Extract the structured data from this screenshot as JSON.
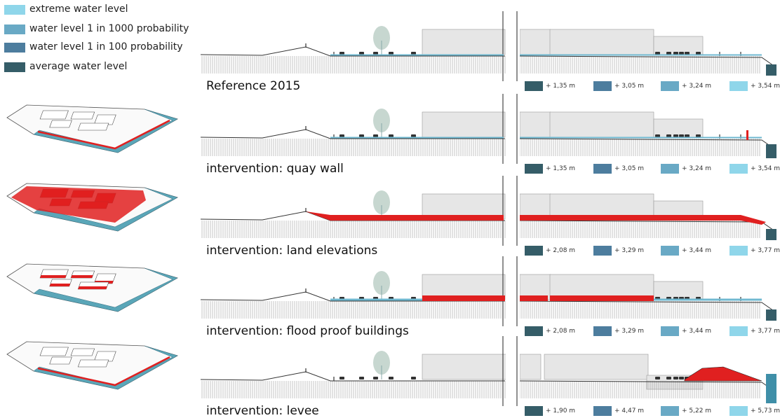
{
  "colors": {
    "extreme": "#8fd6ea",
    "p1000": "#69a9c5",
    "p100": "#4d7d9e",
    "average": "#355d68",
    "intervention": "#e02020",
    "water_section": "#6fb8d0",
    "iso_water": "#5aa6b8",
    "building": "#e6e6e6"
  },
  "legend": [
    {
      "label": "extreme water level",
      "color": "#8fd6ea"
    },
    {
      "label": "water level 1 in 1000 probability",
      "color": "#69a9c5"
    },
    {
      "label": "water level 1 in 100 probability",
      "color": "#4d7d9e"
    },
    {
      "label": "average water level",
      "color": "#355d68"
    }
  ],
  "rows": [
    {
      "title": "Reference 2015",
      "mode": "reference",
      "levels": [
        {
          "text": "+ 1,35 m",
          "color": "#355d68"
        },
        {
          "text": "+ 3,05 m",
          "color": "#4d7d9e"
        },
        {
          "text": "+ 3,24 m",
          "color": "#69a9c5"
        },
        {
          "text": "+ 3,54 m",
          "color": "#8fd6ea"
        }
      ]
    },
    {
      "title": "intervention: quay wall",
      "mode": "quay",
      "levels": [
        {
          "text": "+ 1,35 m",
          "color": "#355d68"
        },
        {
          "text": "+ 3,05 m",
          "color": "#4d7d9e"
        },
        {
          "text": "+ 3,24 m",
          "color": "#69a9c5"
        },
        {
          "text": "+ 3,54 m",
          "color": "#8fd6ea"
        }
      ]
    },
    {
      "title": "intervention: land elevations",
      "mode": "land",
      "levels": [
        {
          "text": "+ 2,08 m",
          "color": "#355d68"
        },
        {
          "text": "+ 3,29 m",
          "color": "#4d7d9e"
        },
        {
          "text": "+ 3,44 m",
          "color": "#69a9c5"
        },
        {
          "text": "+ 3,77 m",
          "color": "#8fd6ea"
        }
      ]
    },
    {
      "title": "intervention: flood proof buildings",
      "mode": "buildings",
      "levels": [
        {
          "text": "+ 2,08 m",
          "color": "#355d68"
        },
        {
          "text": "+ 3,29 m",
          "color": "#4d7d9e"
        },
        {
          "text": "+ 3,44 m",
          "color": "#69a9c5"
        },
        {
          "text": "+ 3,77 m",
          "color": "#8fd6ea"
        }
      ]
    },
    {
      "title": "intervention: levee",
      "mode": "levee",
      "levels": [
        {
          "text": "+ 1,90 m",
          "color": "#355d68"
        },
        {
          "text": "+ 4,47 m",
          "color": "#4d7d9e"
        },
        {
          "text": "+ 5,22 m",
          "color": "#69a9c5"
        },
        {
          "text": "+ 5,73 m",
          "color": "#8fd6ea"
        }
      ]
    }
  ]
}
